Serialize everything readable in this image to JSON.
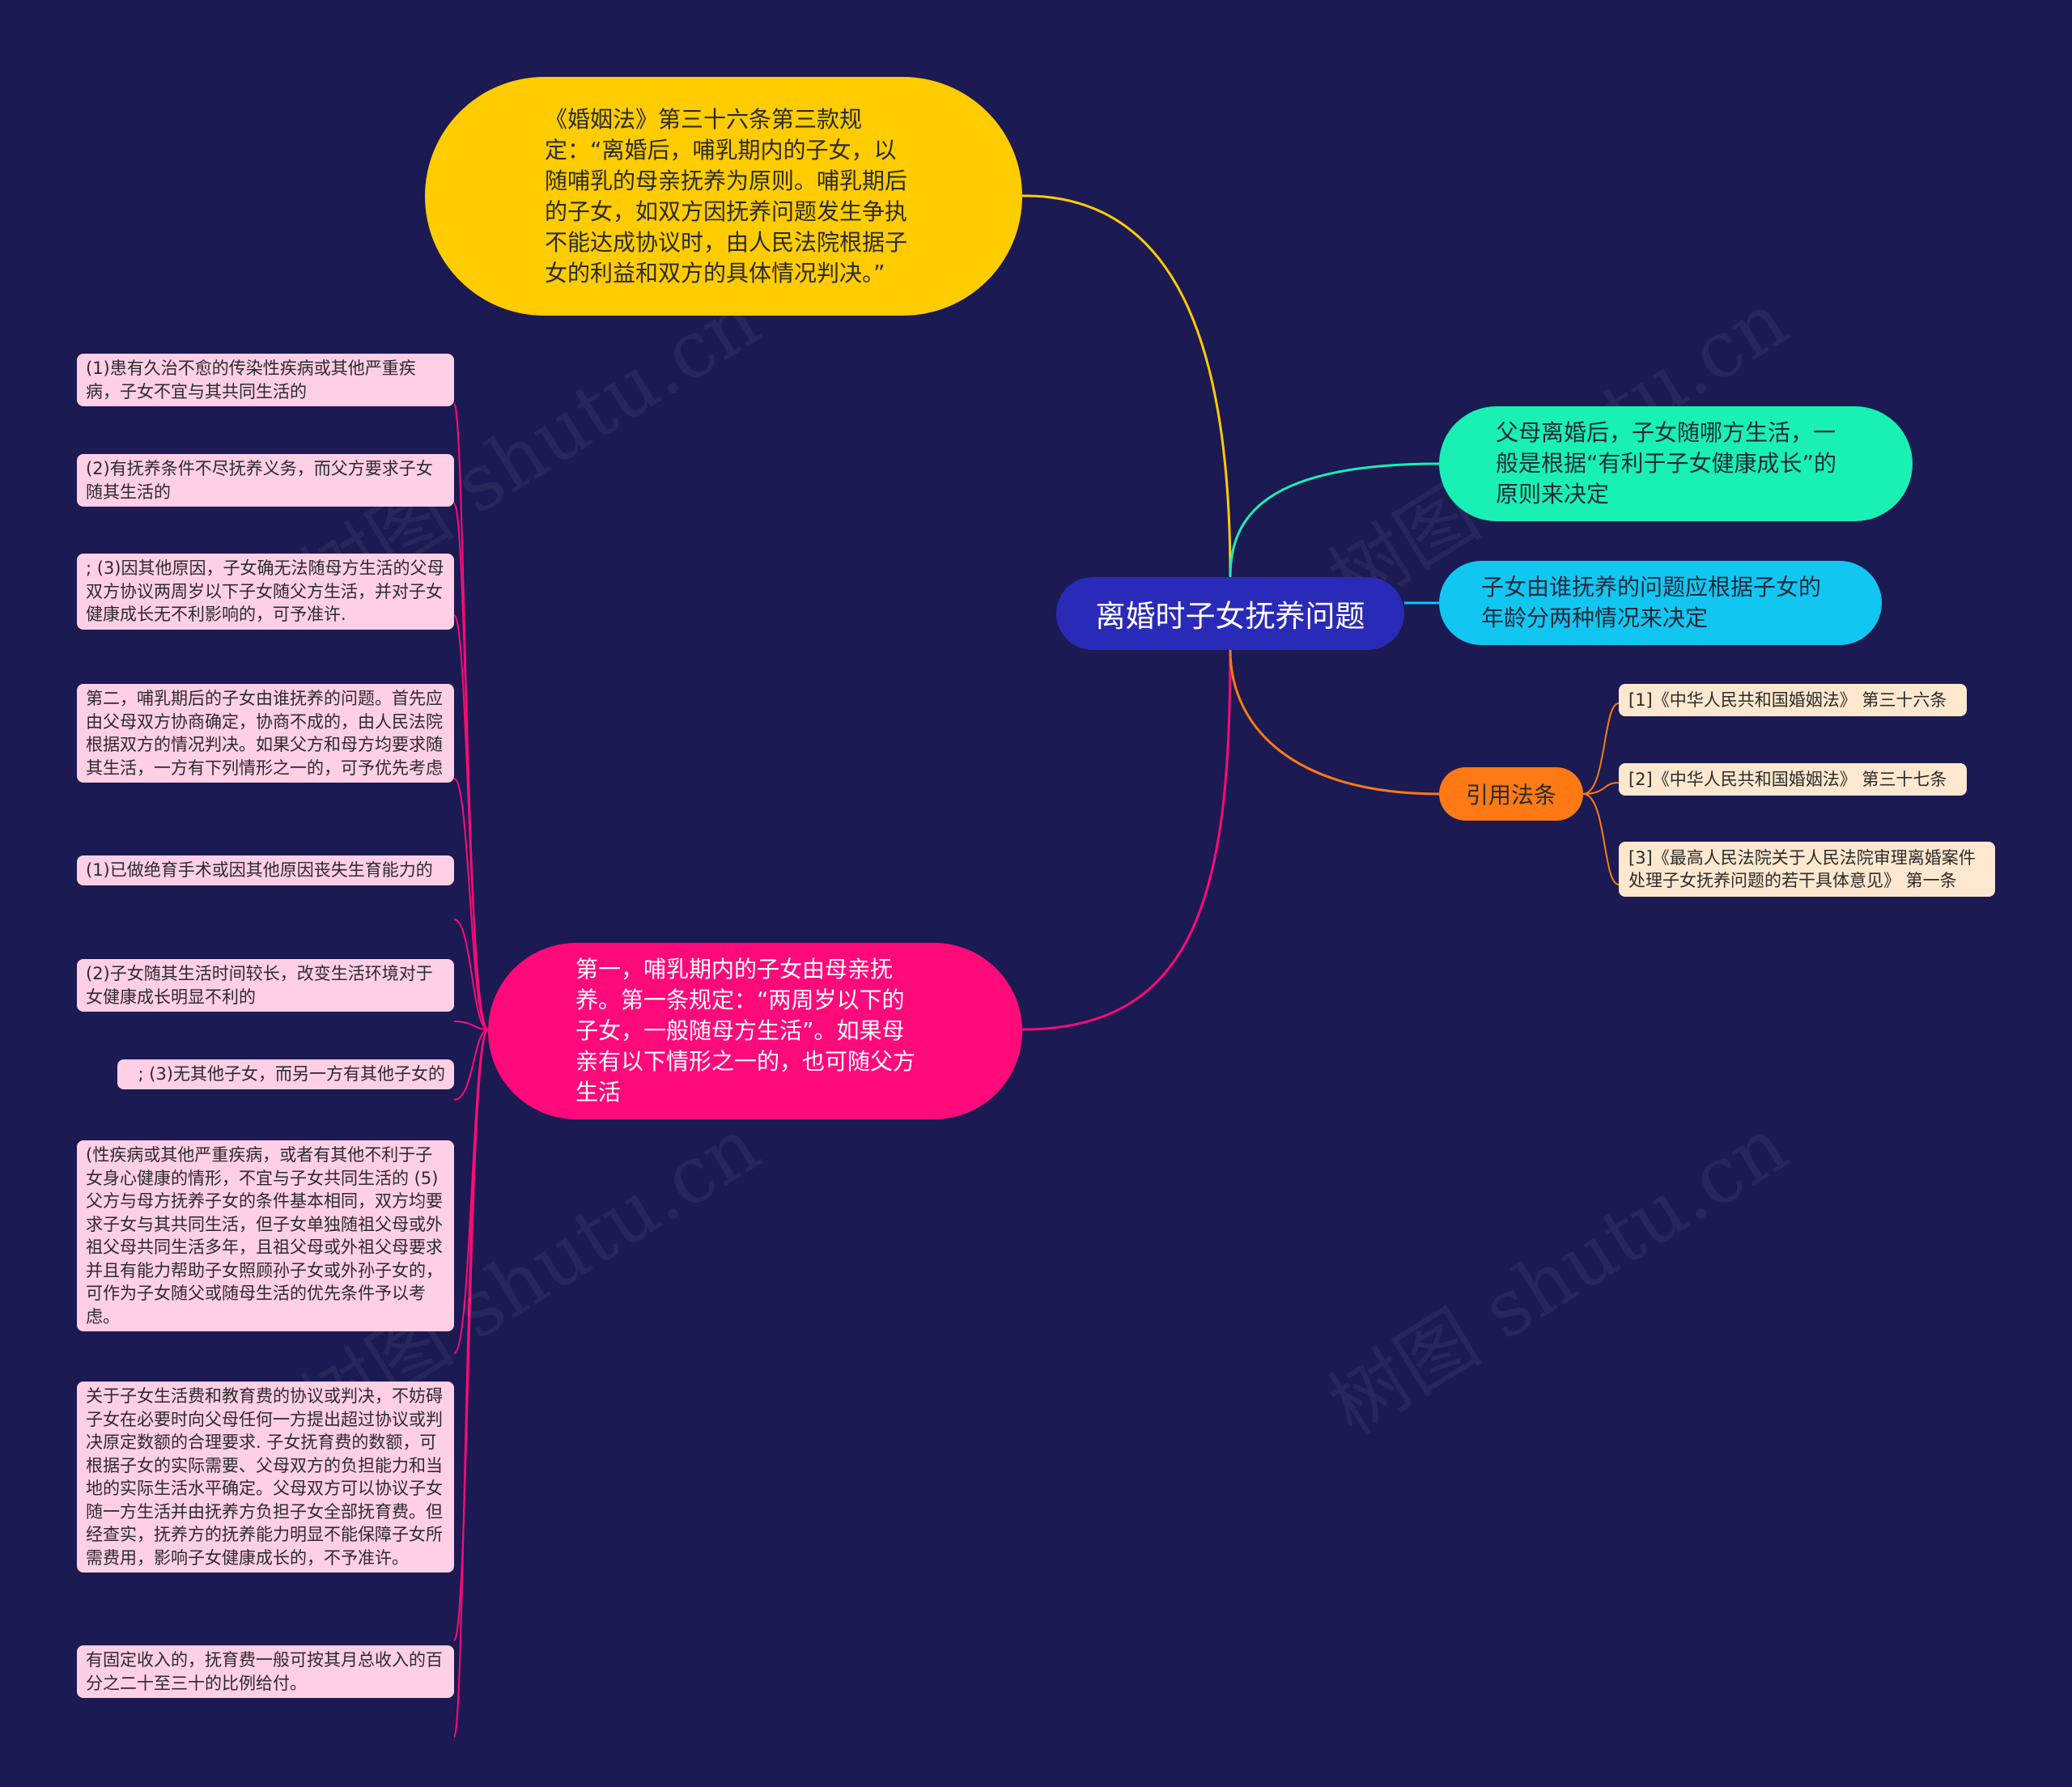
{
  "center": {
    "label": "离婚时子女抚养问题"
  },
  "branches": {
    "law36": "《婚姻法》第三十六条第三款规定：“离婚后，哺乳期内的子女，以随哺乳的母亲抚养为原则。哺乳期后的子女，如双方因抚养问题发生争执不能达成协议时，由人民法院根据子女的利益和双方的具体情况判决。”",
    "first": "第一，哺乳期内的子女由母亲抚养。第一条规定：“两周岁以下的子女，一般随母方生活”。如果母亲有以下情形之一的，也可随父方生活",
    "principle": "父母离婚后，子女随哪方生活，一般是根据“有利于子女健康成长”的原则来决定",
    "age": "子女由谁抚养的问题应根据子女的年龄分两种情况来决定",
    "refs_label": "引用法条"
  },
  "refs": [
    "[1]《中华人民共和国婚姻法》 第三十六条",
    "[2]《中华人民共和国婚姻法》 第三十七条",
    "[3]《最高人民法院关于人民法院审理离婚案件处理子女抚养问题的若干具体意见》 第一条"
  ],
  "leaves": [
    "(1)患有久治不愈的传染性疾病或其他严重疾病，子女不宜与其共同生活的",
    "(2)有抚养条件不尽抚养义务，而父方要求子女随其生活的",
    "; (3)因其他原因，子女确无法随母方生活的父母双方协议两周岁以下子女随父方生活，并对子女健康成长无不利影响的，可予准许.",
    " 第二，哺乳期后的子女由谁抚养的问题。首先应由父母双方协商确定，协商不成的，由人民法院根据双方的情况判决。如果父方和母方均要求随其生活，一方有下列情形之一的，可予优先考虑",
    "(1)已做绝育手术或因其他原因丧失生育能力的",
    "(2)子女随其生活时间较长，改变生活环境对于女健康成长明显不利的",
    "; (3)无其他子女，而另一方有其他子女的",
    "(性疾病或其他严重疾病，或者有其他不利于子女身心健康的情形，不宜与子女共同生活的 (5)父方与母方抚养子女的条件基本相同，双方均要求子女与其共同生活，但子女单独随祖父母或外祖父母共同生活多年，且祖父母或外祖父母要求并且有能力帮助子女照顾孙子女或外孙子女的，可作为子女随父或随母生活的优先条件予以考虑。",
    "关于子女生活费和教育费的协议或判决，不妨碍子女在必要时向父母任何一方提出超过协议或判决原定数额的合理要求.   子女抚育费的数额，可根据子女的实际需要、父母双方的负担能力和当地的实际生活水平确定。父母双方可以协议子女随一方生活并由抚养方负担子女全部抚育费。但经查实，抚养方的抚养能力明显不能保障子女所需费用，影响子女健康成长的，不予准许。",
    "有固定收入的，抚育费一般可按其月总收入的百分之二十至三十的比例给付。"
  ],
  "watermark": "树图 shutu.cn",
  "colors": {
    "background": "#1b1a52",
    "center": "#2a2ab8",
    "yellow": "#ffcc00",
    "magenta": "#ff0a7a",
    "teal": "#19f0b4",
    "cyan": "#12c6f2",
    "orange": "#ff7a14",
    "leaf": "#ffcfe6",
    "ref": "#fde8cf"
  }
}
